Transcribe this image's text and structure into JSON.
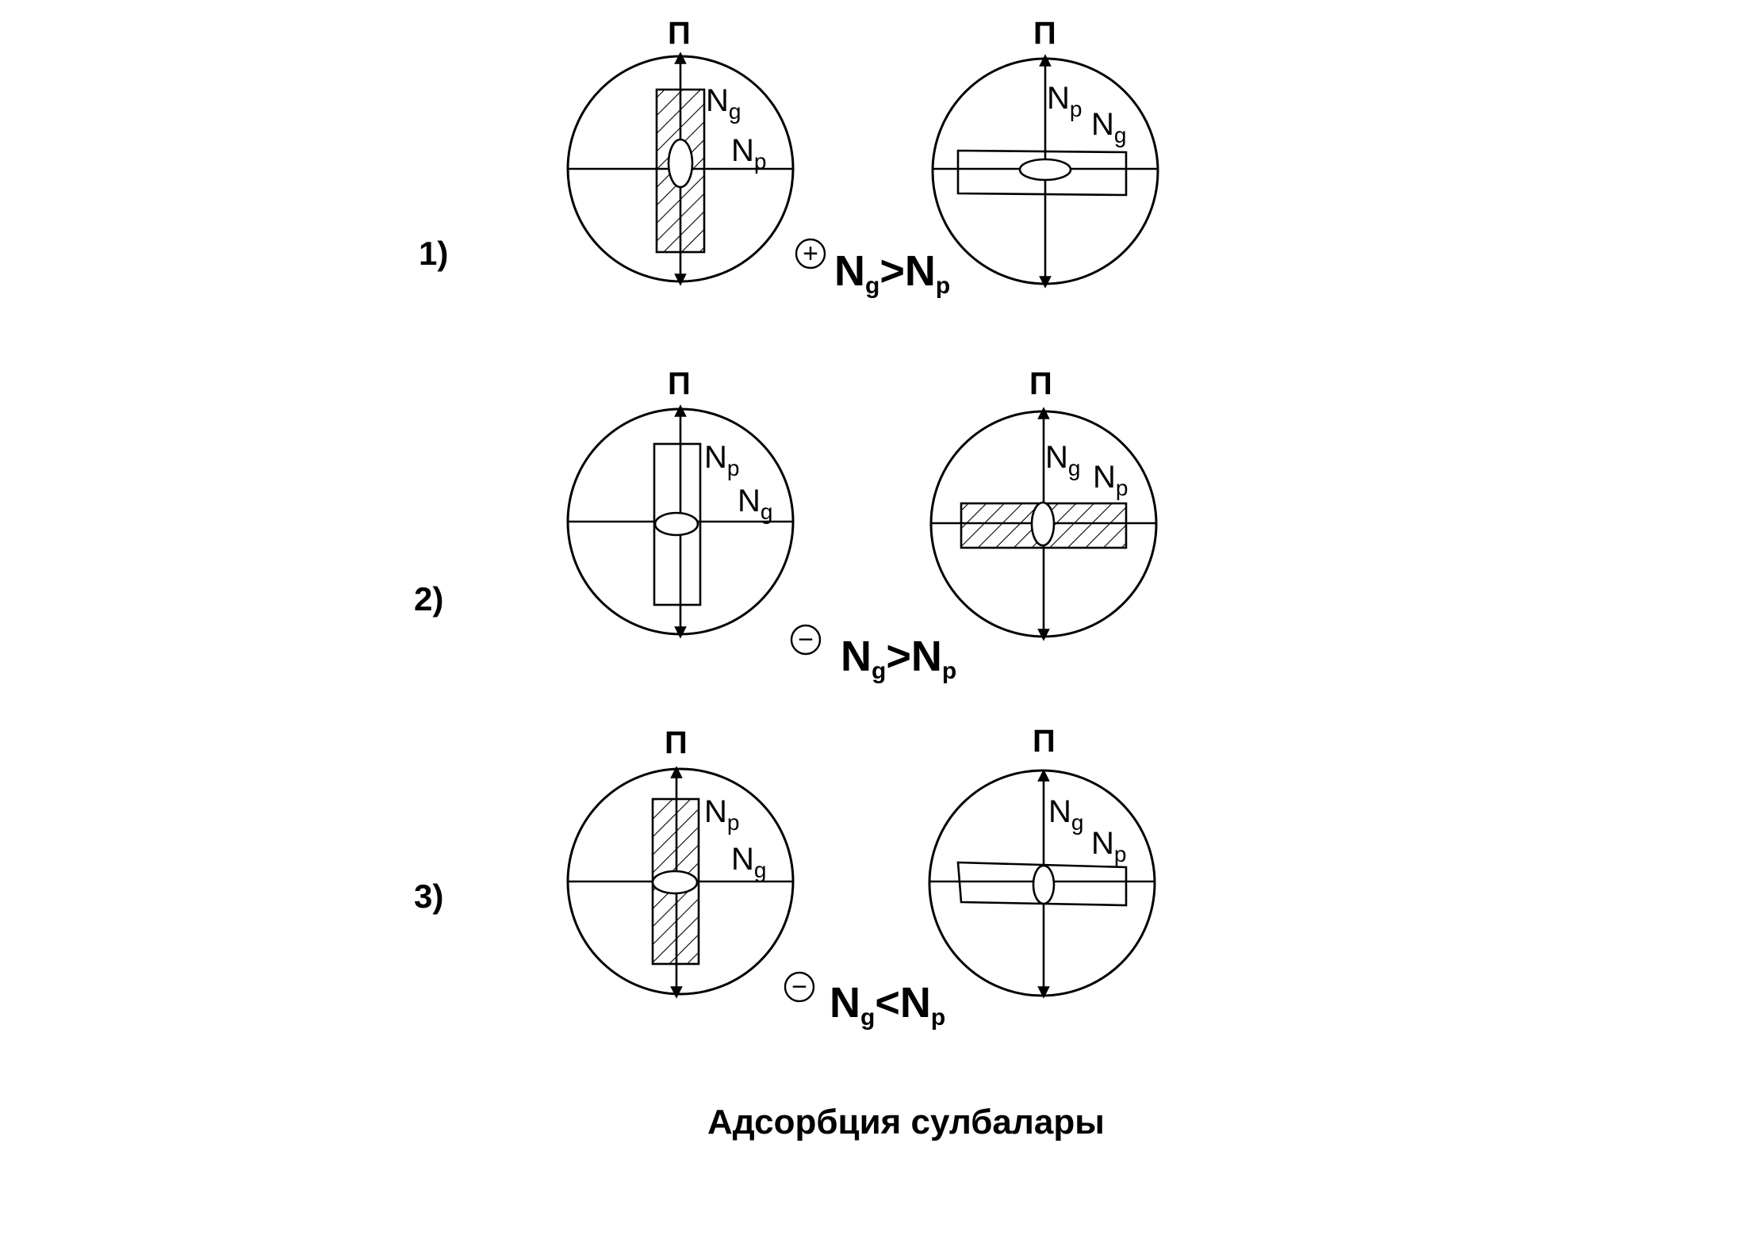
{
  "row_labels": [
    "1)",
    "2)",
    "3)"
  ],
  "polarizer_label": "П",
  "axis_label_g": "N",
  "axis_label_g_sub": "g",
  "axis_label_p": "N",
  "axis_label_p_sub": "p",
  "sign_plus": "+",
  "sign_minus": "−",
  "relations": {
    "row1": {
      "n1": "N",
      "s1": "g",
      "op": ">",
      "n2": "N",
      "s2": "p"
    },
    "row2": {
      "n1": "N",
      "s1": "g",
      "op": ">",
      "n2": "N",
      "s2": "p"
    },
    "row3": {
      "n1": "N",
      "s1": "g",
      "op": "<",
      "n2": "N",
      "s2": "p"
    }
  },
  "caption": "Адсорбция сулбалары"
}
